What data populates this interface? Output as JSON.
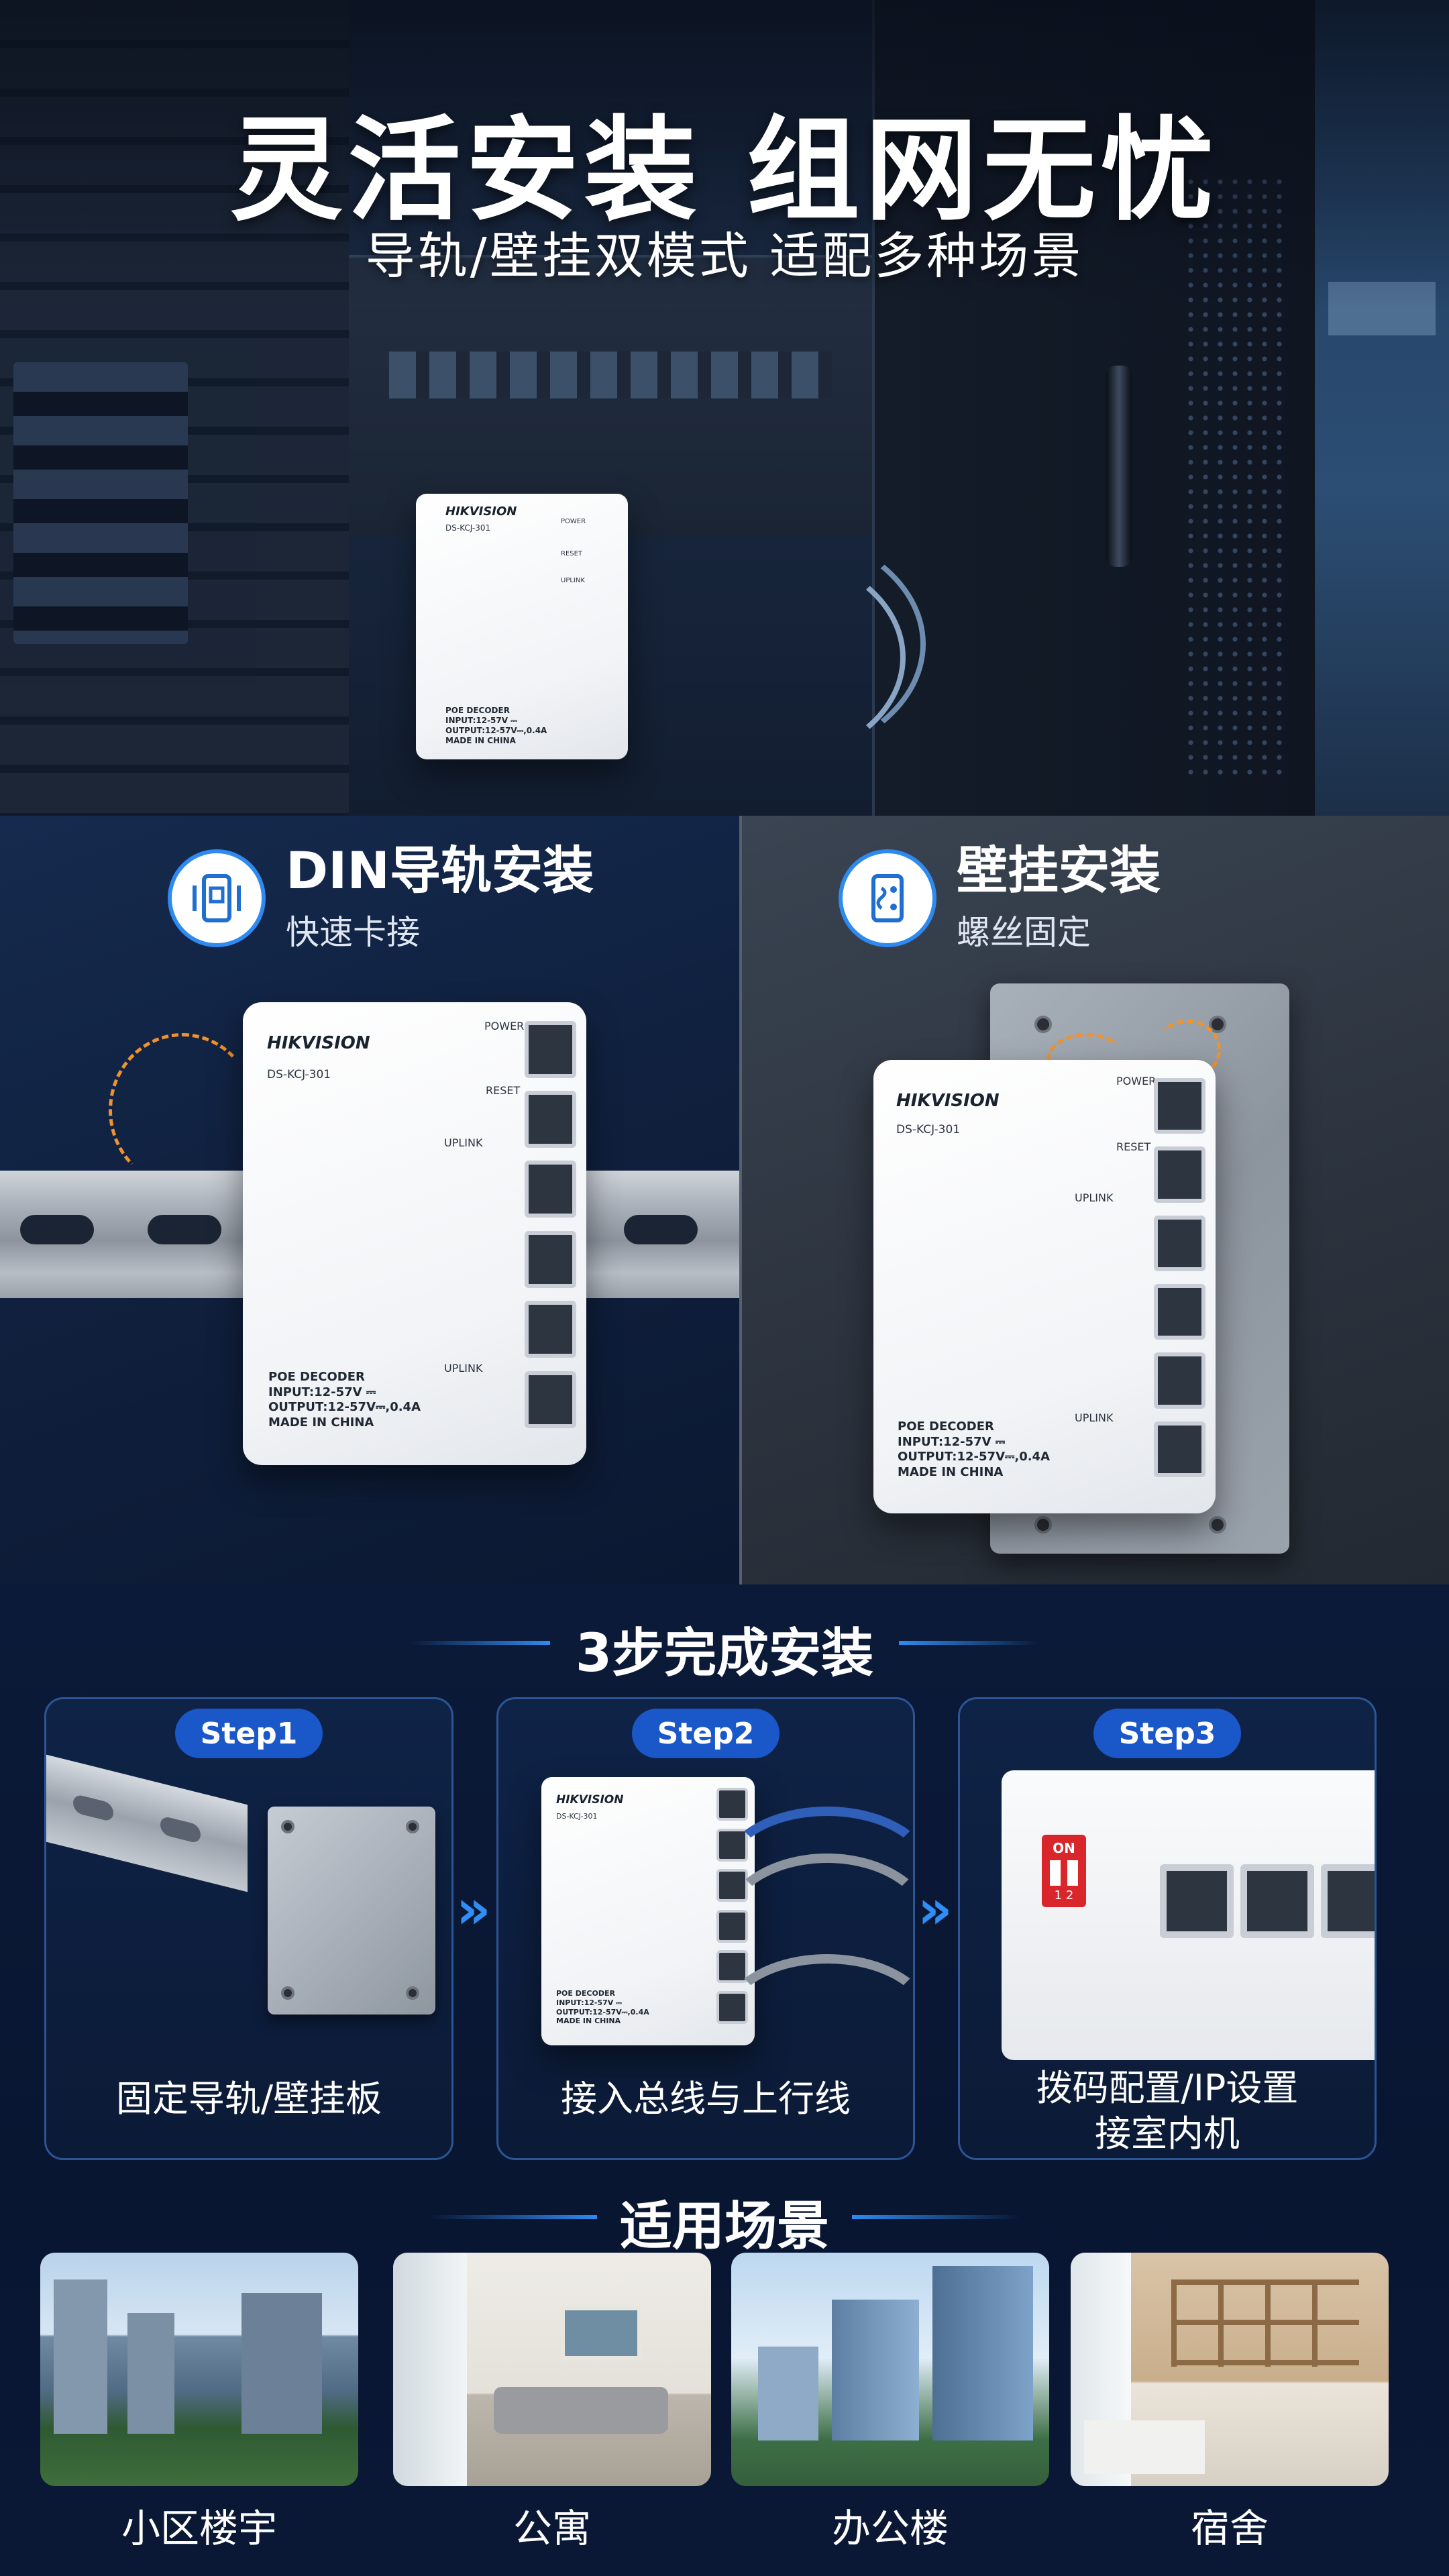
{
  "hero": {
    "title": "灵活安装 组网无忧",
    "subtitle": "导轨/壁挂双模式 适配多种场景"
  },
  "device": {
    "brand": "HIKVISION",
    "model": "DS-KCJ-301",
    "power": "POWER",
    "reset": "RESET",
    "uplink": "UPLINK",
    "spec_line1": "POE DECODER",
    "spec_line2": "INPUT:12-57V ⎓",
    "spec_line3": "OUTPUT:12-57V⎓,0.4A",
    "spec_line4": "MADE IN CHINA"
  },
  "mount": {
    "din": {
      "title": "DIN导轨安装",
      "subtitle": "快速卡接",
      "icon": "din-rail-icon"
    },
    "wall": {
      "title": "壁挂安装",
      "subtitle": "螺丝固定",
      "icon": "wall-mount-icon"
    }
  },
  "steps": {
    "title": "3步完成安装",
    "items": [
      {
        "badge": "Step1",
        "caption": "固定导轨/壁挂板"
      },
      {
        "badge": "Step2",
        "caption": "接入总线与上行线"
      },
      {
        "badge": "Step3",
        "caption_line1": "拨码配置/IP设置",
        "caption_line2": "接室内机"
      }
    ],
    "dip_label": "ON",
    "dip_numbers": "1 2"
  },
  "scenes": {
    "title": "适用场景",
    "items": [
      {
        "label": "小区楼宇"
      },
      {
        "label": "公寓"
      },
      {
        "label": "办公楼"
      },
      {
        "label": "宿舍"
      }
    ]
  },
  "colors": {
    "accent": "#2e8af0",
    "badge": "#1a57c8",
    "orange": "#f0922e",
    "background": "#0a1730"
  }
}
